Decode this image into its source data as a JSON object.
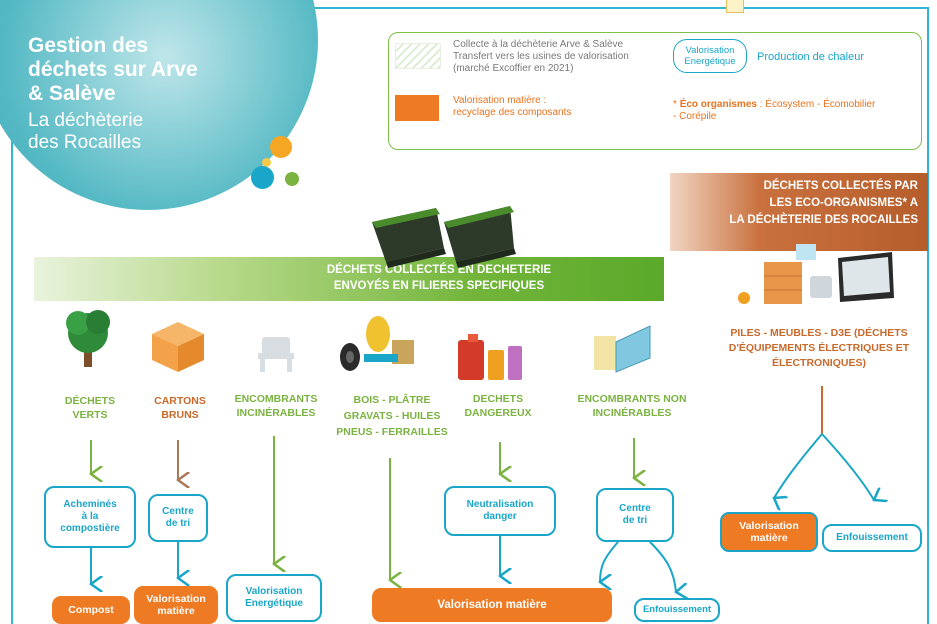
{
  "title": {
    "line1": "Gestion des",
    "line2": "déchets sur Arve",
    "line3": "& Salève",
    "sub1": "La déchèterie",
    "sub2": "des Rocailles"
  },
  "legend": {
    "hatch_line1": "Collecte à la déchèterie Arve & Salève",
    "hatch_line2": "Transfert vers les usines de valorisation",
    "hatch_line3": "(marché Excoffier en 2021)",
    "valo_box_line1": "Valorisation",
    "valo_box_line2": "Energétique",
    "chaleur": "Production de chaleur",
    "matiere_line1": "Valorisation matière :",
    "matiere_line2": "recyclage des composants",
    "eco_star": "*",
    "eco_title": "Éco organismes",
    "eco_sep": " : ",
    "eco_list1": "Écosystem - Écomobilier",
    "eco_list2": "- Corépile"
  },
  "eco_header": {
    "line1": "DÉCHETS COLLECTÉS PAR",
    "line2": "LES ECO-ORGANISMES* A",
    "line3": "LA DÉCHÈTERIE DES ROCAILLES"
  },
  "green_band": {
    "line1": "DÉCHETS COLLECTÉS EN DECHETERIE",
    "line2": "ENVOYÉS EN FILIERES SPECIFIQUES"
  },
  "categories": {
    "verts": [
      "DÉCHETS",
      "VERTS"
    ],
    "cartons": [
      "CARTONS",
      "BRUNS"
    ],
    "encombrants_inc": [
      "ENCOMBRANTS",
      "INCINÉRABLES"
    ],
    "bois": [
      "BOIS - PLÂTRE",
      "GRAVATS - HUILES",
      "PNEUS - FERRAILLES"
    ],
    "dangereux": [
      "DECHETS",
      "DANGEREUX"
    ],
    "encombrants_non": [
      "ENCOMBRANTS NON",
      "INCINÉRABLES"
    ],
    "eco": "PILES - MEUBLES - D3E (DÉCHETS D'ÉQUIPEMENTS ÉLECTRIQUES ET ÉLECTRONIQUES)"
  },
  "nodes": {
    "achemines": [
      "Acheminés",
      "à la",
      "compostière"
    ],
    "centre1": [
      "Centre",
      "de tri"
    ],
    "neutralisation": [
      "Neutralisation",
      "danger"
    ],
    "centre2": [
      "Centre",
      "de tri"
    ],
    "compost": "Compost",
    "valo_matiere1": [
      "Valorisation",
      "matière"
    ],
    "valo_energetique": [
      "Valorisation",
      "Energétique"
    ],
    "valo_matiere_big": "Valorisation matière",
    "enfouissement1": "Enfouissement",
    "valo_matiere_eco": [
      "Valorisation",
      "matière"
    ],
    "enfouissement_eco": "Enfouissement"
  },
  "colors": {
    "frame": "#31b6d8",
    "green": "#7bb342",
    "teal": "#1aa6c8",
    "orange": "#ee7a24",
    "brown": "#c96a2c"
  }
}
